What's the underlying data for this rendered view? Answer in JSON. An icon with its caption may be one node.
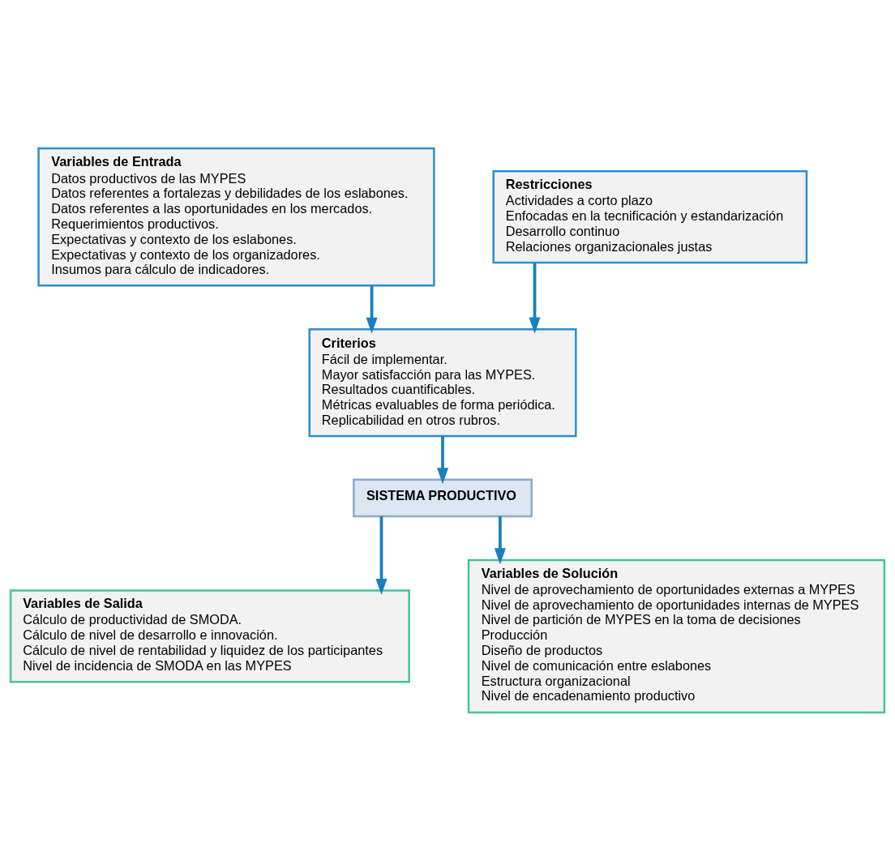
{
  "diagram": {
    "nodes": [
      {
        "text": [
          "Variables de Entrada",
          "Datos productivos de las MYPES",
          "Datos referentes a fortalezas y debilidades de los eslabones.",
          "Datos referentes a las oportunidades en los mercados.",
          "Requerimientos productivos.",
          "Expectativas y contexto de los eslabones.",
          "Expectativas y contexto de los organizadores.",
          "Insumos para cálculo de indicadores."
        ]
      },
      {
        "text": [
          "Restricciones",
          "Actividades a corto plazo",
          "Enfocadas en la tecnificación y estandarización",
          "Desarrollo continuo",
          "Relaciones organizacionales justas"
        ]
      },
      {
        "text": [
          "Criterios",
          "Fácil de implementar.",
          "Mayor satisfacción para las MYPES.",
          "Resultados cuantificables.",
          "Métricas evaluables de forma periódica.",
          "Replicabilidad en otros rubros."
        ]
      },
      {
        "text": [
          "SISTEMA PRODUCTIVO"
        ]
      },
      {
        "text": [
          "Variables de Salida",
          "Cálculo de productividad de SMODA.",
          "Cálculo de nivel de desarrollo e innovación.",
          "Cálculo de nivel de rentabilidad y liquidez de los participantes",
          "Nivel de incidencia de SMODA en las MYPES"
        ]
      },
      {
        "text": [
          "Variables de Solución",
          "Nivel de aprovechamiento de oportunidades externas a MYPES",
          "Nivel de aprovechamiento de oportunidades internas de MYPES",
          "Nivel de partición de MYPES en la toma de decisiones",
          "Producción",
          "Diseño de productos",
          "Nivel de comunicación entre eslabones",
          "Estructura organizacional",
          "Nivel de encadenamiento productivo"
        ]
      }
    ],
    "edges": [
      {
        "from": 0,
        "to": 2,
        "arrow": "to"
      },
      {
        "from": 1,
        "to": 2,
        "arrow": "to"
      },
      {
        "from": 2,
        "to": 3,
        "arrow": "to"
      },
      {
        "from": 3,
        "to": 4,
        "arrow": "to"
      },
      {
        "from": 3,
        "to": 5,
        "arrow": "to"
      }
    ]
  }
}
